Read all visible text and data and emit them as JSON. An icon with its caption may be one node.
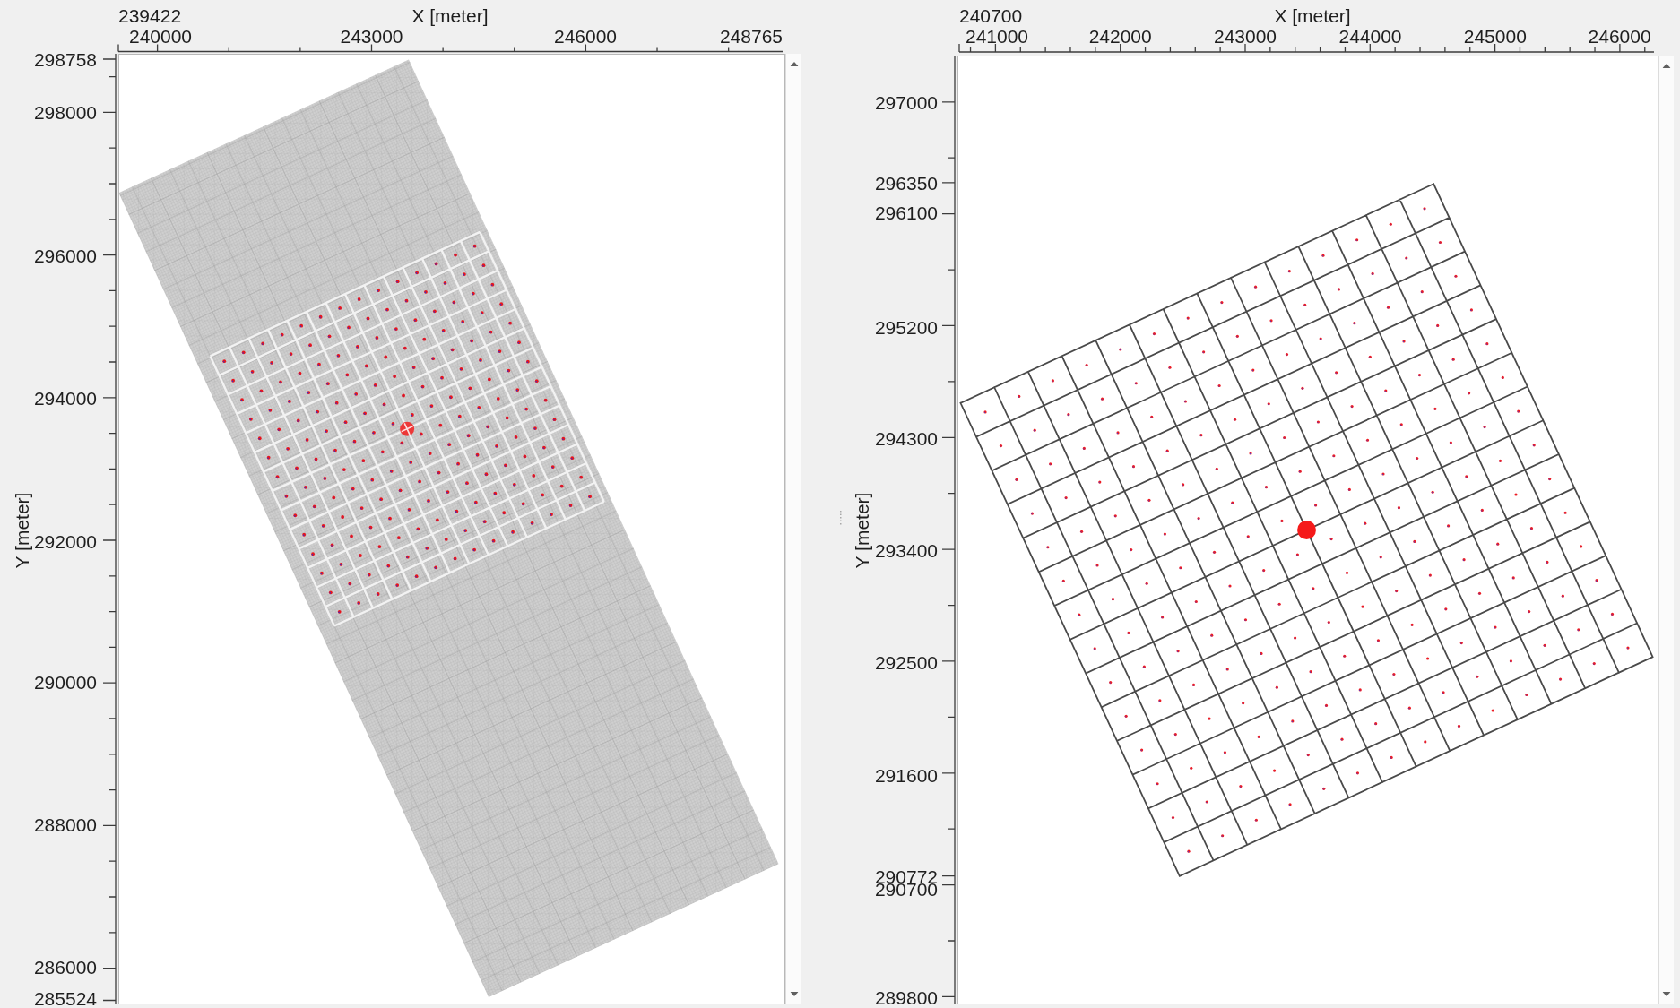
{
  "diagram": {
    "labels": [
      "239422",
      "X [meter]",
      "240000",
      "243000",
      "246000",
      "248765",
      "298758",
      "298000",
      "296000",
      "294000",
      "292000",
      "290000",
      "288000",
      "286000",
      "285524",
      "Y [meter]",
      "240700",
      "X [meter]",
      "241000",
      "242000",
      "243000",
      "244000",
      "245000",
      "246000",
      "297000",
      "296350",
      "296100",
      "295200",
      "294300",
      "293400",
      "292500",
      "291600",
      "290772",
      "290700",
      "289800",
      "Y [meter]"
    ]
  }
}
